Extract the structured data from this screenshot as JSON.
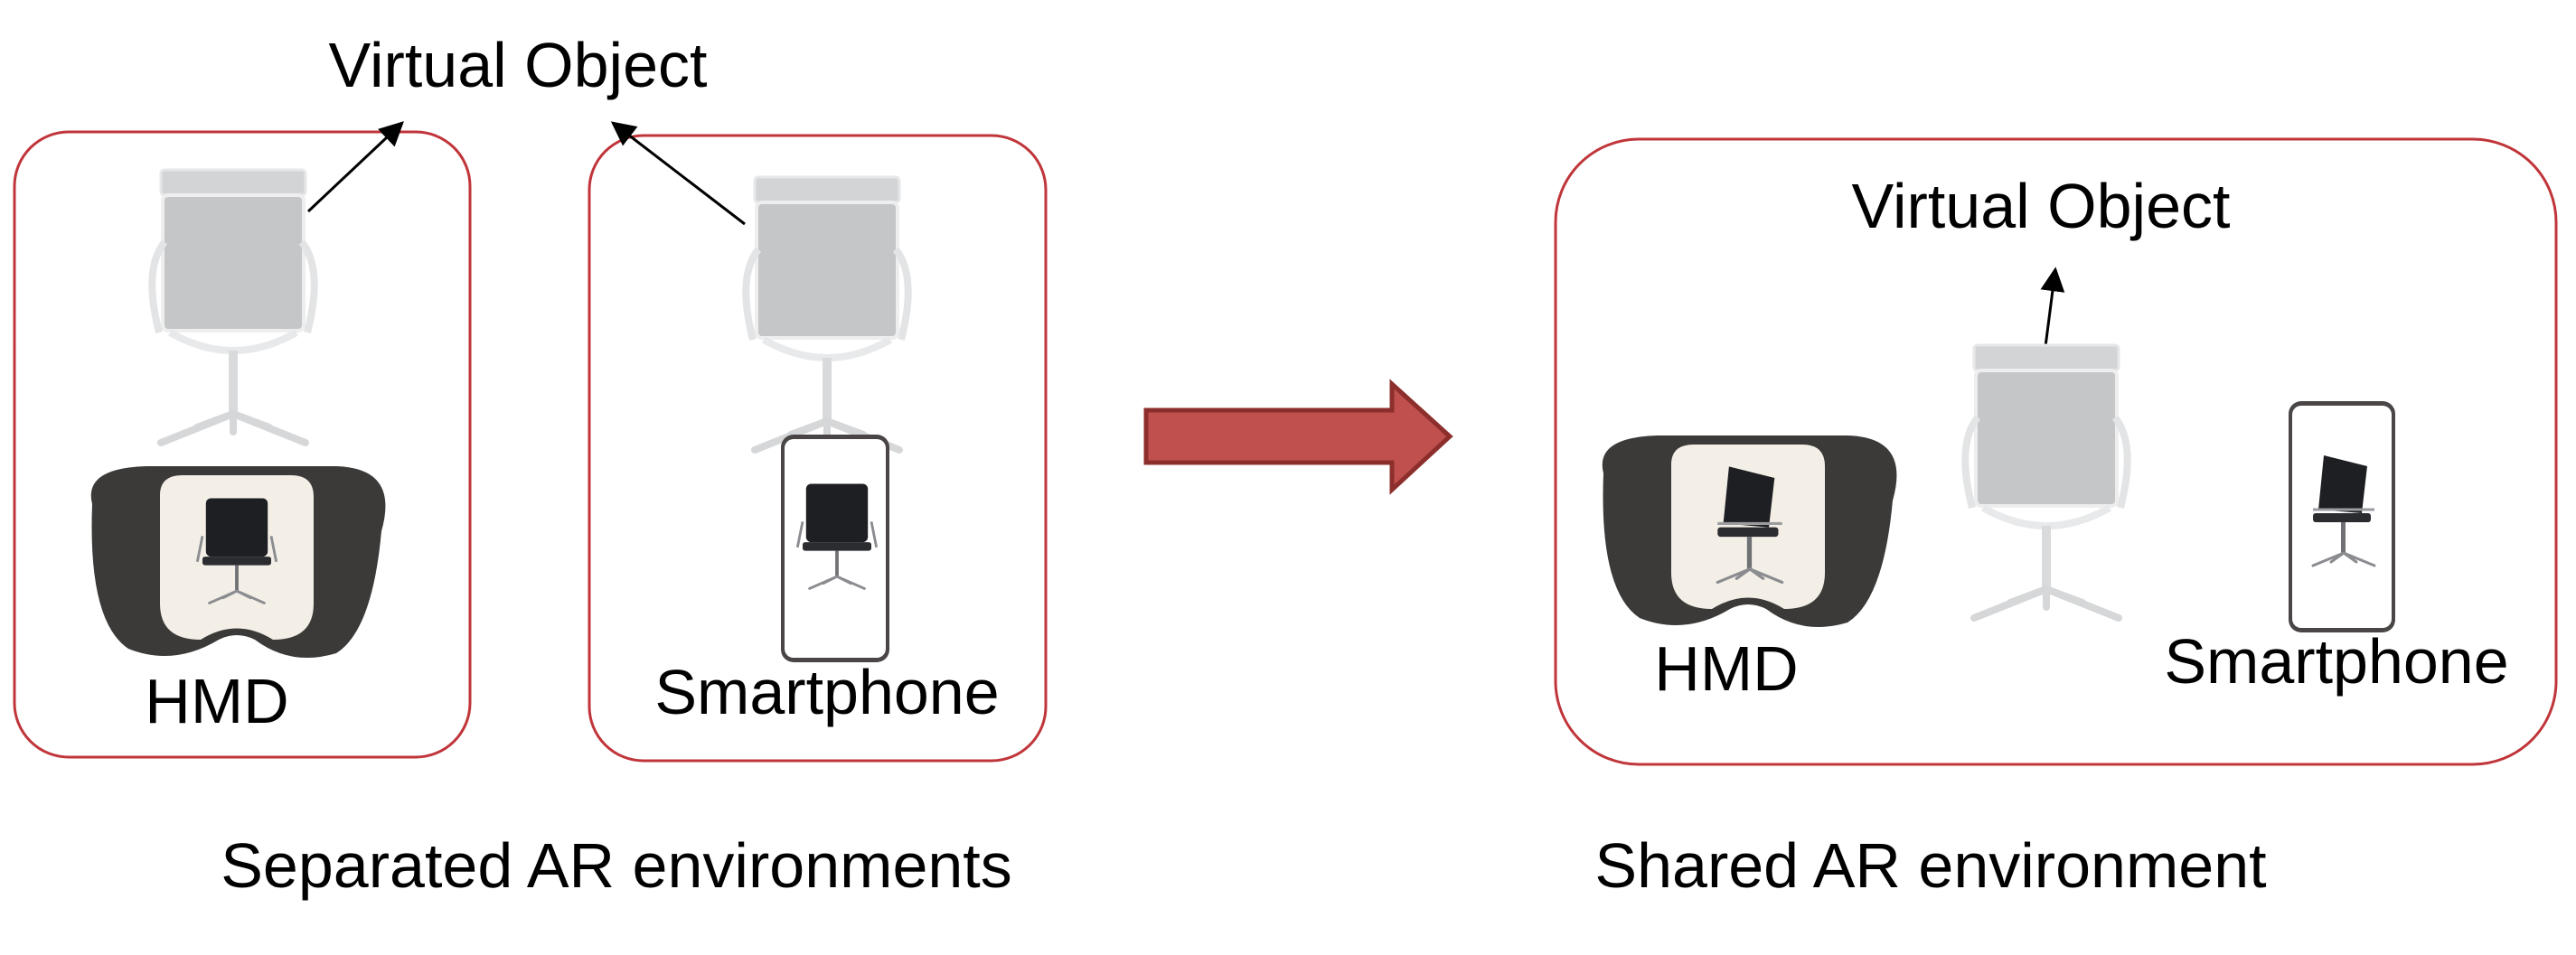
{
  "labels": {
    "virtual_object_left": "Virtual Object",
    "virtual_object_right": "Virtual Object",
    "hmd_left": "HMD",
    "smartphone_left": "Smartphone",
    "hmd_right": "HMD",
    "smartphone_right": "Smartphone",
    "caption_left": "Separated AR environments",
    "caption_right": "Shared AR environment"
  },
  "colors": {
    "box_border": "#c0353a",
    "arrow_fill": "#c0504d",
    "arrow_stroke": "#8c2f2c",
    "chair_gray": "#c7c9cb",
    "chair_dark": "#1e1f22",
    "hmd_shell": "#3c3a38",
    "phone_frame": "#4a4646"
  }
}
